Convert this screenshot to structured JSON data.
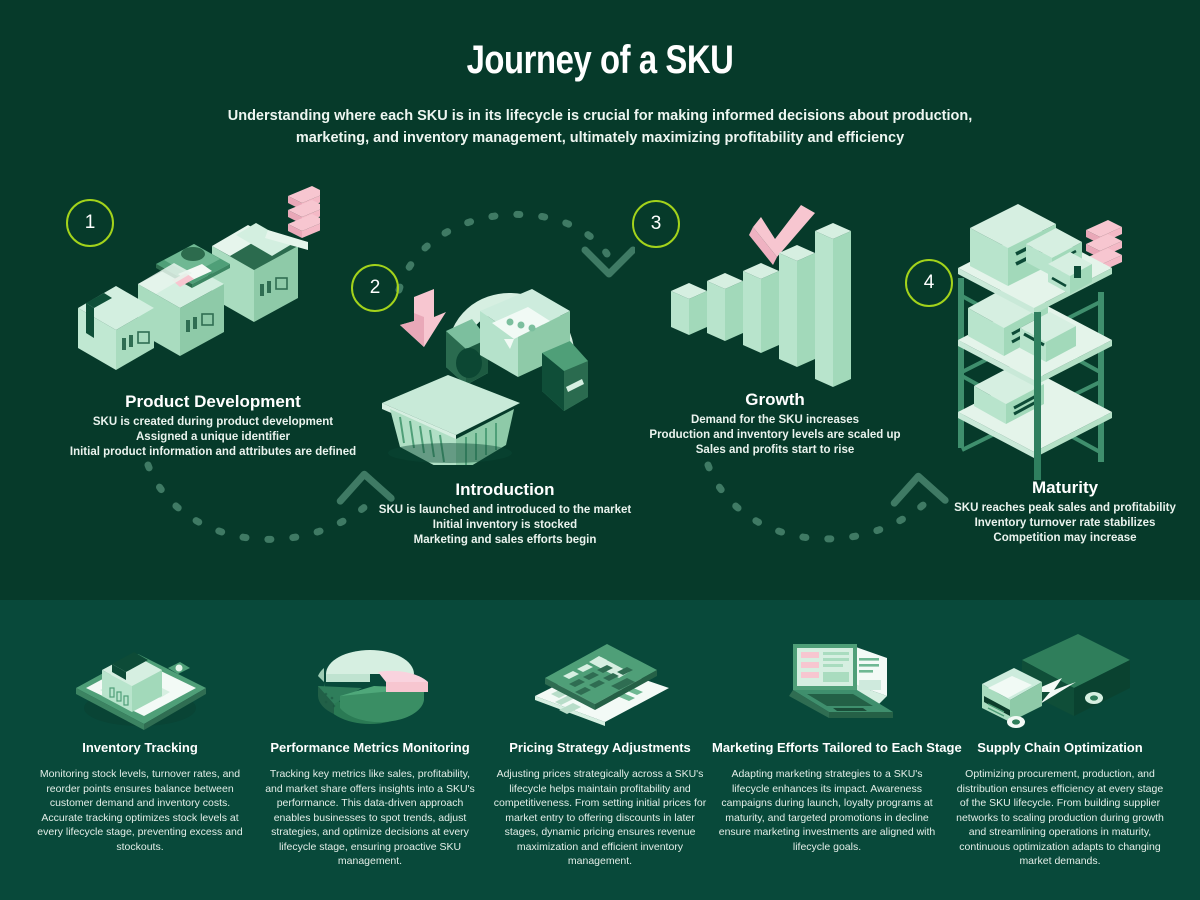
{
  "header": {
    "title": "Journey of a SKU",
    "subtitle": "Understanding where each SKU is in its lifecycle is crucial for making informed decisions about production, marketing, and inventory management, ultimately maximizing profitability and efficiency"
  },
  "colors": {
    "background_top": "#063a2a",
    "background_bottom": "#08493a",
    "accent_lime": "#a3d31b",
    "accent_pink": "#f7c6d0",
    "mint_light": "#d9f0e2",
    "mint_mid": "#a9dcbf",
    "green_deep": "#1f6b4d",
    "text_white": "#ffffff"
  },
  "steps": [
    {
      "number": "1",
      "title": "Product Development",
      "lines": [
        "SKU is created during product development",
        "Assigned a unique identifier",
        "Initial product information and attributes are defined"
      ],
      "icon": "open-boxes-icon"
    },
    {
      "number": "2",
      "title": "Introduction",
      "lines": [
        "SKU is launched and introduced to the market",
        "Initial inventory is stocked",
        "Marketing and sales efforts begin"
      ],
      "icon": "headphones-basket-icon"
    },
    {
      "number": "3",
      "title": "Growth",
      "lines": [
        "Demand for the SKU increases",
        "Production and inventory levels are scaled up",
        "Sales and profits start to rise"
      ],
      "icon": "rising-bars-icon"
    },
    {
      "number": "4",
      "title": "Maturity",
      "lines": [
        "SKU reaches peak sales and profitability",
        "Inventory turnover rate stabilizes",
        "Competition may increase"
      ],
      "icon": "warehouse-shelf-icon"
    }
  ],
  "cards": [
    {
      "title": "Inventory Tracking",
      "body": "Monitoring stock levels, turnover rates, and reorder points ensures balance between customer demand and inventory costs. Accurate tracking optimizes stock levels at every lifecycle stage, preventing excess and stockouts.",
      "icon": "clipboard-box-icon"
    },
    {
      "title": "Performance Metrics Monitoring",
      "body": "Tracking key metrics like sales, profitability, and market share offers insights into a SKU's performance. This data-driven approach enables businesses to spot trends, adjust strategies, and optimize decisions at every lifecycle stage, ensuring proactive SKU management.",
      "icon": "pie-chart-icon"
    },
    {
      "title": "Pricing Strategy Adjustments",
      "body": "Adjusting prices strategically across a SKU's lifecycle helps maintain profitability and competitiveness. From setting initial prices for market entry to offering discounts in later stages, dynamic pricing ensures revenue maximization and efficient inventory management.",
      "icon": "calculator-receipt-icon"
    },
    {
      "title": "Marketing Efforts Tailored to Each Stage",
      "body": "Adapting marketing strategies to a SKU's lifecycle enhances its impact. Awareness campaigns during launch, loyalty programs at maturity, and targeted promotions in decline ensure marketing investments are aligned with lifecycle goals.",
      "icon": "laptop-documents-icon"
    },
    {
      "title": "Supply Chain Optimization",
      "body": "Optimizing procurement, production, and distribution ensures efficiency at every stage of the SKU lifecycle. From building supplier networks to scaling production during growth and streamlining operations in maturity, continuous optimization adapts to changing market demands.",
      "icon": "delivery-truck-icon"
    }
  ],
  "connectors": [
    {
      "name": "arrow-step1-to-step2",
      "direction": "down-curve-right"
    },
    {
      "name": "arrow-step2-to-step3",
      "direction": "up-curve-right"
    },
    {
      "name": "arrow-step3-to-step4",
      "direction": "down-curve-right"
    }
  ]
}
